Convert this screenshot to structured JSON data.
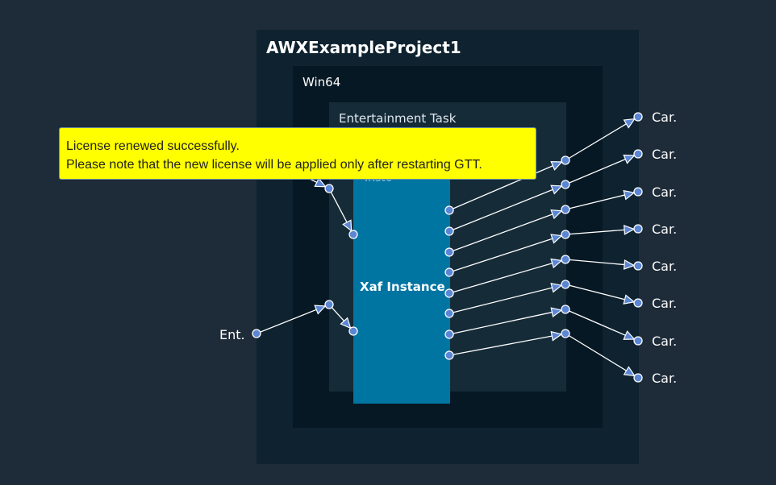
{
  "project": {
    "title": "AWXExampleProject1"
  },
  "platform": {
    "title": "Win64"
  },
  "task": {
    "title": "Entertainment Task"
  },
  "instance": {
    "title": "Xaf Instance",
    "subtitle": "Inst0"
  },
  "ports": {
    "input_label": "Ent.",
    "output_labels": [
      "Car.",
      "Car.",
      "Car.",
      "Car.",
      "Car.",
      "Car.",
      "Car.",
      "Car."
    ]
  },
  "tooltip": {
    "line1": "License renewed successfully.",
    "line2": "Please note that the new license will be applied only after restarting GTT."
  },
  "colors": {
    "background": "#1e2b38",
    "port_fill": "#5b86d4",
    "edge": "#ffffff",
    "tooltip_bg": "#ffff00",
    "instance_bg": "#0075a2"
  }
}
